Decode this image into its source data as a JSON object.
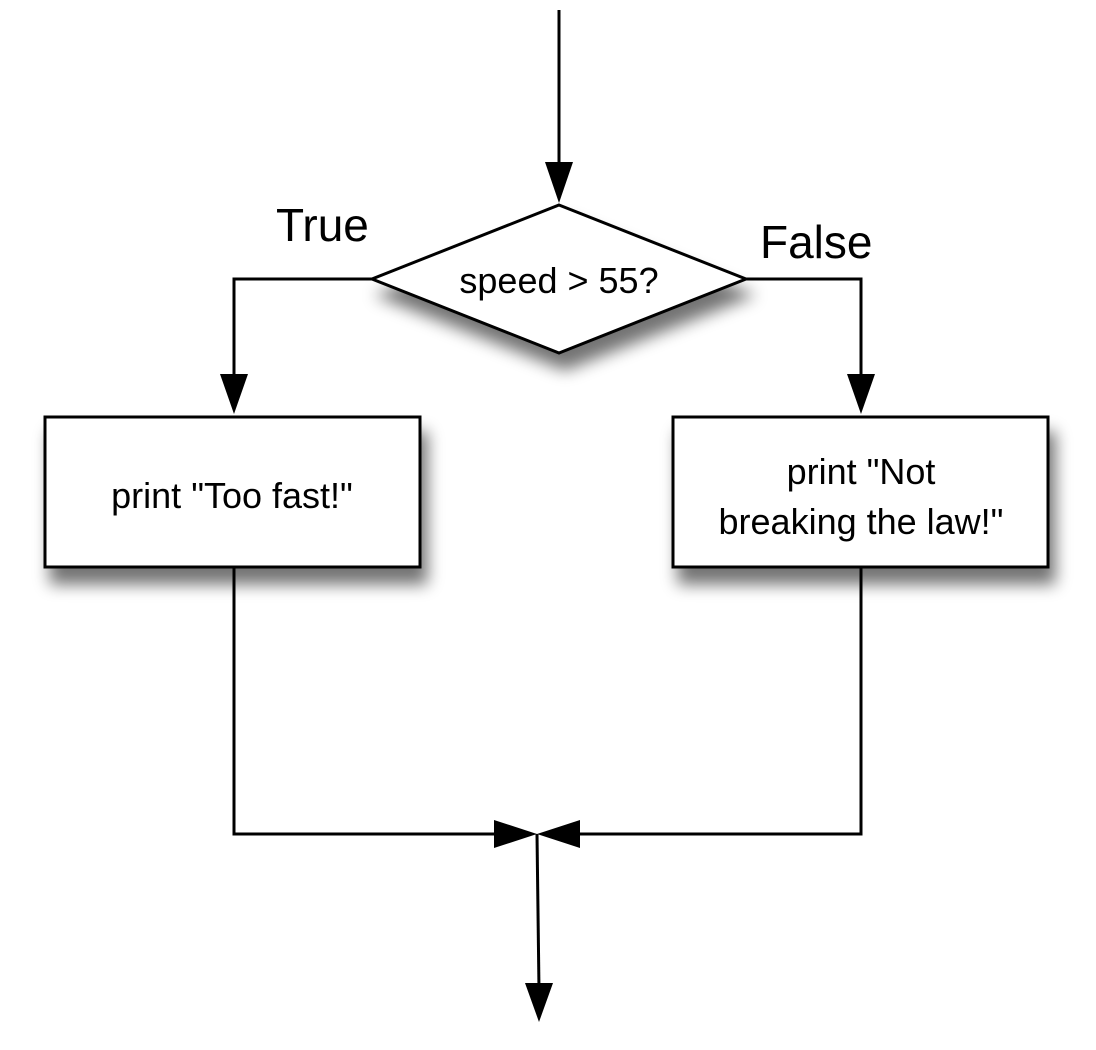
{
  "diagram": {
    "decision": {
      "label": "speed > 55?"
    },
    "branches": {
      "true_label": "True",
      "false_label": "False"
    },
    "action_true": {
      "label": "print \"Too fast!\""
    },
    "action_false": {
      "line1": "print \"Not",
      "line2": "breaking the law!\""
    }
  }
}
